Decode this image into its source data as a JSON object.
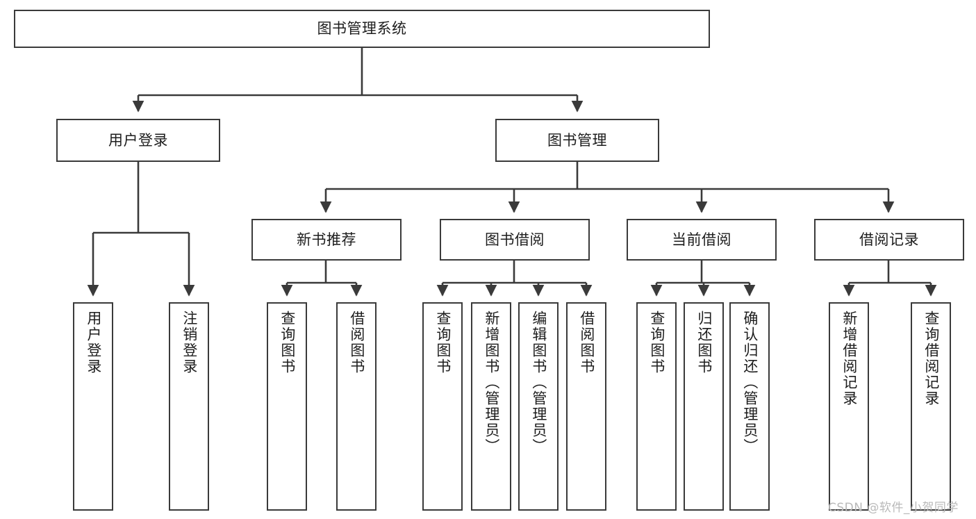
{
  "diagram": {
    "type": "tree-hierarchy-chart",
    "title": "图书管理系统",
    "background_color": "#ffffff",
    "line_color": "#3a3a3a",
    "text_color": "#1d1d1d"
  },
  "nodes": {
    "root": {
      "label": "图书管理系统"
    },
    "level1": [
      {
        "id": "user-login",
        "label": "用户登录"
      },
      {
        "id": "book-management",
        "label": "图书管理"
      }
    ],
    "level2": [
      {
        "id": "new-book-recommend",
        "label": "新书推荐"
      },
      {
        "id": "book-borrow",
        "label": "图书借阅"
      },
      {
        "id": "current-borrow",
        "label": "当前借阅"
      },
      {
        "id": "borrow-record",
        "label": "借阅记录"
      }
    ],
    "leaves": {
      "user_login": [
        {
          "id": "leaf-user-login",
          "label": "用户登录"
        },
        {
          "id": "leaf-logout-login",
          "label": "注销登录"
        }
      ],
      "new_book_recommend": [
        {
          "id": "leaf-query-book-1",
          "label": "查询图书"
        },
        {
          "id": "leaf-borrow-book-1",
          "label": "借阅图书"
        }
      ],
      "book_borrow": [
        {
          "id": "leaf-query-book-2",
          "label": "查询图书"
        },
        {
          "id": "leaf-add-book",
          "label": "新增图书（管理员）"
        },
        {
          "id": "leaf-edit-book",
          "label": "编辑图书（管理员）"
        },
        {
          "id": "leaf-borrow-book-2",
          "label": "借阅图书"
        }
      ],
      "current_borrow": [
        {
          "id": "leaf-query-book-3",
          "label": "查询图书"
        },
        {
          "id": "leaf-return-book",
          "label": "归还图书"
        },
        {
          "id": "leaf-confirm-return",
          "label": "确认归还（管理员）"
        }
      ],
      "borrow_record": [
        {
          "id": "leaf-add-record",
          "label": "新增借阅记录"
        },
        {
          "id": "leaf-query-record",
          "label": "查询借阅记录"
        }
      ]
    }
  },
  "watermark": {
    "text": "CSDN @软件_小贺同学"
  }
}
